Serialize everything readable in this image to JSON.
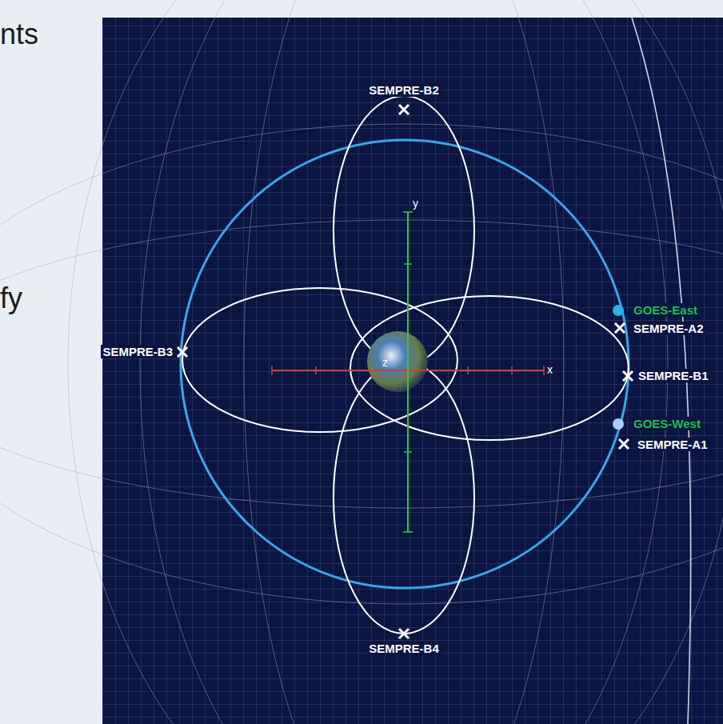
{
  "diagram": {
    "labels": [
      "nts",
      "fy",
      "SEMPRE-B2",
      "y",
      "GOES-East",
      "SEMPRE-A2",
      "SEMPRE-B3",
      "z",
      "x",
      "SEMPRE-B1",
      "GOES-West",
      "SEMPRE-A1",
      "SEMPRE-B4"
    ]
  }
}
